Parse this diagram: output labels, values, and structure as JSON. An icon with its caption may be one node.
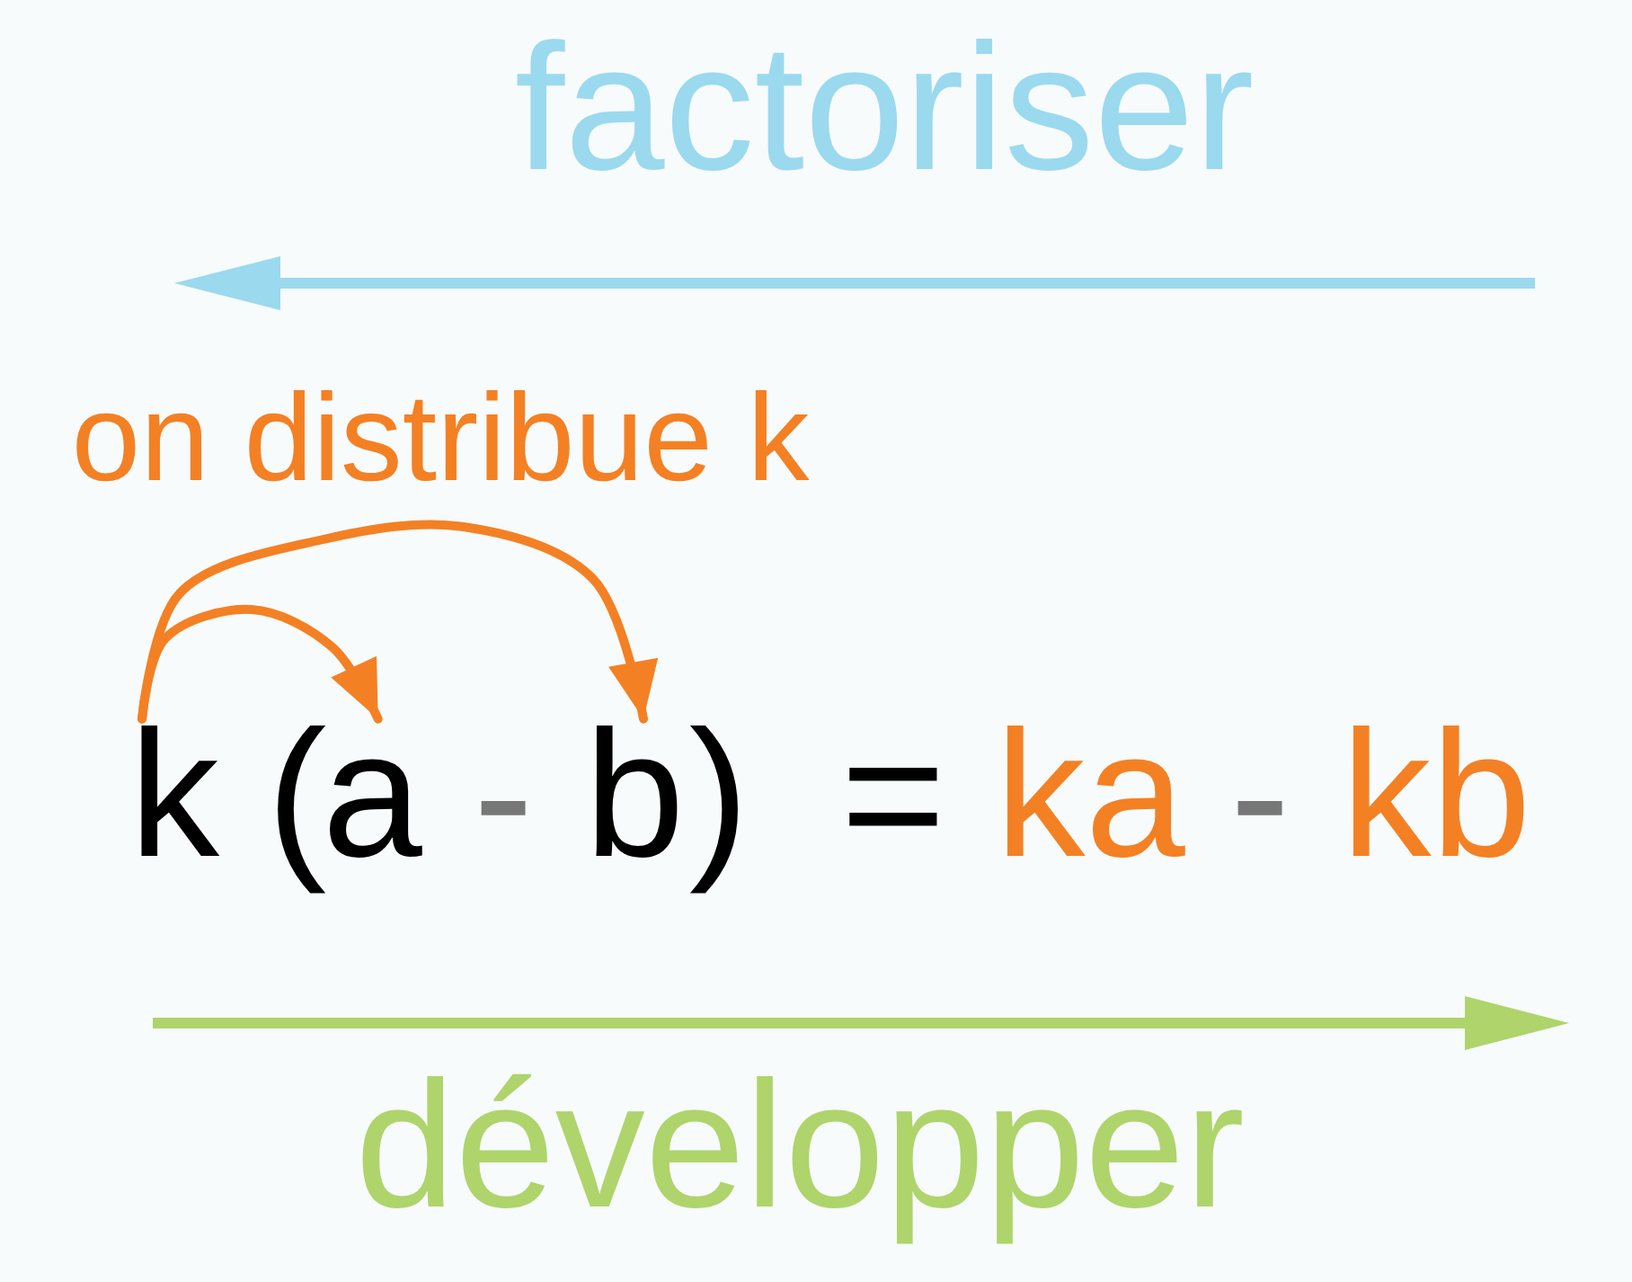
{
  "diagram": {
    "nodes": [
      {
        "text": [
          "k"
        ]
      },
      {
        "text": [
          "a"
        ]
      },
      {
        "text": [
          "b"
        ]
      }
    ],
    "edges": [
      {
        "from": 0,
        "to": 1,
        "arrow": "to"
      },
      {
        "from": 0,
        "to": 2,
        "arrow": "to"
      }
    ],
    "labels": [
      "factoriser",
      "on distribue k",
      "(",
      "-",
      ")",
      "=",
      "ka",
      "-",
      "kb",
      "développer"
    ]
  }
}
